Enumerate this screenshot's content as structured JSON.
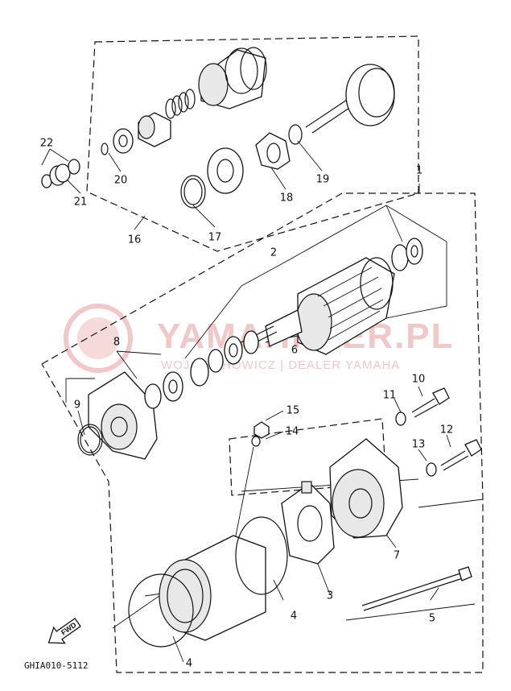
{
  "watermark": {
    "brand": "YAMAHKLER.PL",
    "subtitle": "WOJCIECHOWICZ | DEALER YAMAHA"
  },
  "fwd_label": "FWD",
  "drawing_ref": "GHIA010-5112",
  "callouts": {
    "c1": "1",
    "c2": "2",
    "c3": "3",
    "c4a": "4",
    "c4b": "4",
    "c5": "5",
    "c6": "6",
    "c7": "7",
    "c8": "8",
    "c9": "9",
    "c10": "10",
    "c11": "11",
    "c12": "12",
    "c13": "13",
    "c14": "14",
    "c15": "15",
    "c16": "16",
    "c17": "17",
    "c18": "18",
    "c19": "19",
    "c20": "20",
    "c21": "21",
    "c22": "22"
  }
}
